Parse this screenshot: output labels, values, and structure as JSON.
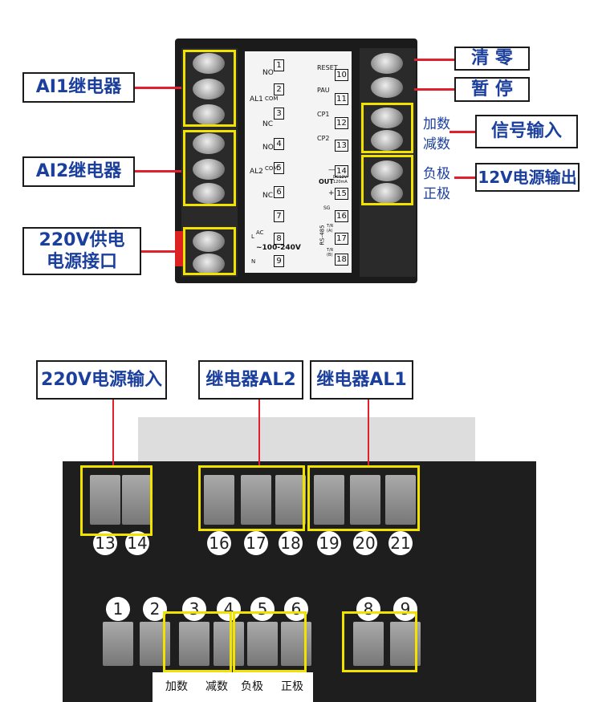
{
  "top": {
    "labels": {
      "ai1_relay": "AI1继电器",
      "ai2_relay": "AI2继电器",
      "power_in_line1": "220V供电",
      "power_in_line2": "电源接口",
      "reset": "清 零",
      "pause": "暂 停",
      "signal_input": "信号输入",
      "out_12v": "12V电源输出"
    },
    "side_text": {
      "add": "加数",
      "sub": "减数",
      "neg": "负极",
      "pos": "正极"
    },
    "panel": {
      "al1": "AL1",
      "al2": "AL2",
      "no": "NO",
      "com": "COM",
      "nc": "NC",
      "ac": "AC",
      "l": "L",
      "n": "N",
      "voltage": "~100-240V",
      "reset": "RESET",
      "pau": "PAU",
      "cp1": "CP1",
      "cp2": "CP2",
      "out": "OUT",
      "out_spec": "DC12V 120mA",
      "minus": "—",
      "plus": "+",
      "sg": "SG",
      "rs485": "RS-485",
      "ta": "T/R (A)",
      "tb": "T/R (B)",
      "left_terminals": [
        "1",
        "2",
        "3",
        "4",
        "5",
        "6",
        "7",
        "8",
        "9"
      ],
      "right_terminals": [
        "10",
        "11",
        "12",
        "13",
        "14",
        "15",
        "16",
        "17",
        "18"
      ]
    }
  },
  "bottom": {
    "labels": {
      "power_in": "220V电源输入",
      "relay_al2": "继电器AL2",
      "relay_al1": "继电器AL1"
    },
    "upper_numbers": [
      "13",
      "14",
      "16",
      "17",
      "18",
      "19",
      "20",
      "21"
    ],
    "lower_numbers": [
      "1",
      "2",
      "3",
      "4",
      "5",
      "6",
      "8",
      "9"
    ],
    "under_text": {
      "add": "加数",
      "sub": "减数",
      "neg": "负极",
      "pos": "正极"
    }
  },
  "colors": {
    "label_text": "#1b3f9c",
    "highlight": "#f2e200",
    "arrow": "#e0202a"
  }
}
